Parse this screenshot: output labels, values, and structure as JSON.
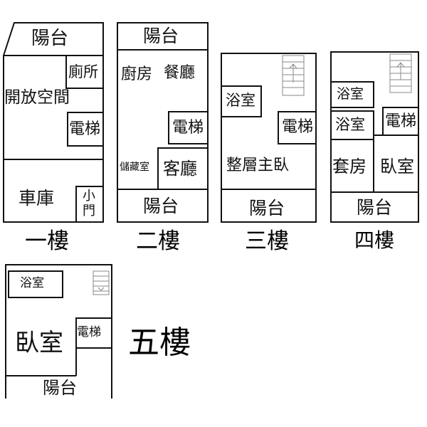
{
  "floors": [
    {
      "label": "一樓",
      "rooms": {
        "balcony": "陽台",
        "toilet": "廁所",
        "open_space": "開放空間",
        "elevator": "電梯",
        "garage": "車庫",
        "small_door": "小門"
      }
    },
    {
      "label": "二樓",
      "rooms": {
        "balcony_top": "陽台",
        "kitchen": "廚房",
        "dining": "餐廳",
        "elevator": "電梯",
        "storage": "儲藏室",
        "living": "客廳",
        "balcony_bottom": "陽台"
      }
    },
    {
      "label": "三樓",
      "rooms": {
        "bathroom": "浴室",
        "elevator": "電梯",
        "master_bedroom": "整層主臥",
        "balcony": "陽台"
      }
    },
    {
      "label": "四樓",
      "rooms": {
        "bathroom_1": "浴室",
        "bathroom_2": "浴室",
        "elevator": "電梯",
        "suite": "套房",
        "bedroom": "臥室",
        "balcony": "陽台"
      }
    },
    {
      "label": "五樓",
      "rooms": {
        "bathroom": "浴室",
        "bedroom": "臥室",
        "elevator": "電梯",
        "balcony": "陽台"
      }
    }
  ],
  "colors": {
    "wall": "#111111",
    "stair": "#888888"
  }
}
